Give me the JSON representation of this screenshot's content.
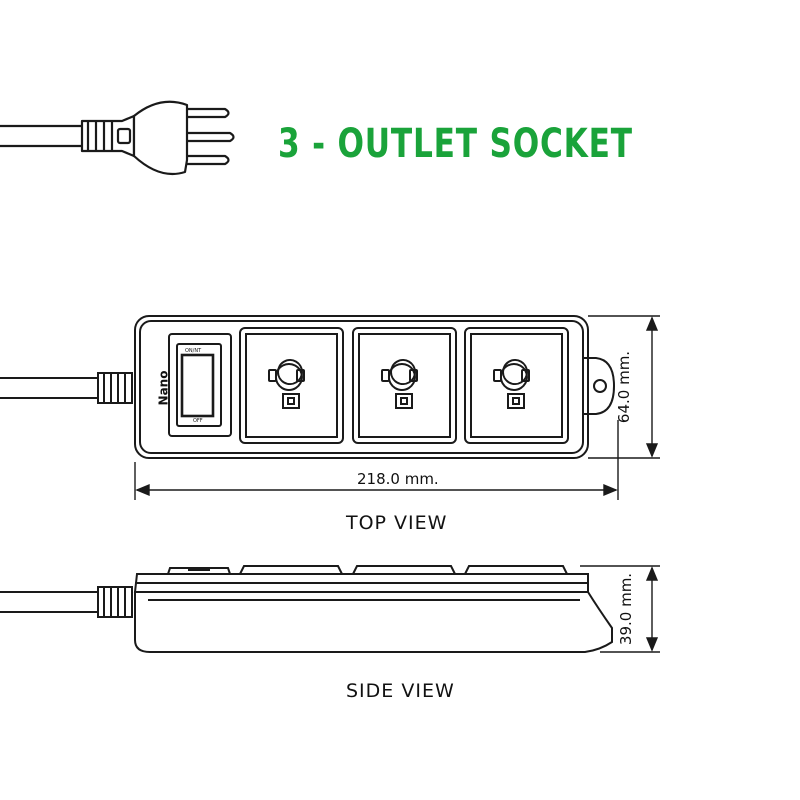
{
  "title": {
    "text": "3 - OUTLET SOCKET",
    "color": "#1aa33a"
  },
  "top_view": {
    "label": "TOP VIEW",
    "width_dimension": "218.0 mm.",
    "height_dimension": "64.0 mm.",
    "brand": "Nano",
    "switch_on_text": "ON/NT",
    "switch_off_text": "OFF",
    "outlet_count": 3
  },
  "side_view": {
    "label": "SIDE VIEW",
    "height_dimension": "39.0 mm."
  },
  "colors": {
    "line": "#1a1a1a",
    "background": "#ffffff",
    "title": "#1aa33a"
  },
  "icons": [
    "plug-icon",
    "power-cord-icon",
    "power-switch-icon",
    "outlet-icon",
    "mounting-hole-icon"
  ]
}
